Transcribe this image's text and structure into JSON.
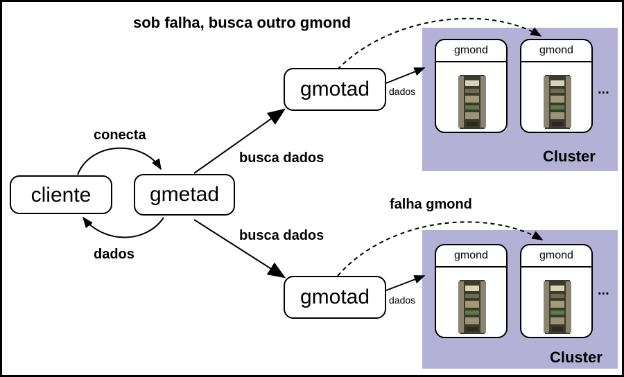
{
  "diagram": {
    "nodes": {
      "client": "cliente",
      "gmetad": "gmetad",
      "gmotad_top": "gmotad",
      "gmotad_bottom": "gmotad"
    },
    "edge_labels": {
      "connect": "conecta",
      "data_back": "dados",
      "fetch_top": "busca dados",
      "fetch_bottom": "busca dados",
      "failover_top": "sob falha, busca outro gmond",
      "failover_bottom": "falha gmond",
      "data_top": "dados",
      "data_bottom": "dados"
    },
    "clusters": [
      {
        "label": "Cluster",
        "gmond": [
          "gmond",
          "gmond"
        ],
        "more": "..."
      },
      {
        "label": "Cluster",
        "gmond": [
          "gmond",
          "gmond"
        ],
        "more": "..."
      }
    ],
    "colors": {
      "cluster_bg": "#b4b1d6",
      "stroke": "#000000",
      "background": "#ffffff"
    },
    "icons": [
      "server-icon"
    ]
  }
}
